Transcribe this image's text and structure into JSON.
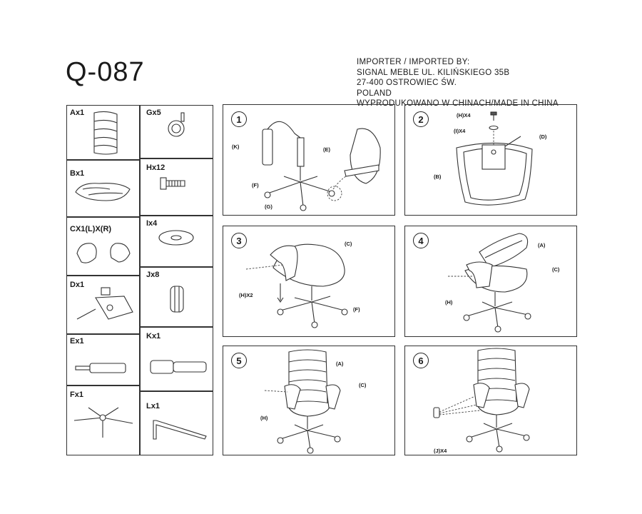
{
  "title": "Q-087",
  "importer": {
    "lines": [
      "IMPORTER / IMPORTED BY:",
      "SIGNAL MEBLE  UL. KILIŃSKIEGO 35B",
      "27-400 OSTROWIEC ŚW.",
      "POLAND",
      "WYPRODUKOWANO W CHINACH/MADE IN CHINA"
    ]
  },
  "parts": {
    "a": "Ax1",
    "b": "Bx1",
    "c": "CX1(L)X(R)",
    "d": "Dx1",
    "e": "Ex1",
    "f": "Fx1",
    "g": "Gx5",
    "h": "Hx12",
    "i": "Ix4",
    "j": "Jx8",
    "k": "Kx1",
    "l": "Lx1"
  },
  "steps": {
    "s1": {
      "num": "1",
      "k": "(K)",
      "e": "(E)",
      "f": "(F)",
      "g": "(G)"
    },
    "s2": {
      "num": "2",
      "h": "(H)X4",
      "i": "(I)X4",
      "d": "(D)",
      "b": "(B)"
    },
    "s3": {
      "num": "3",
      "c": "(C)",
      "h": "(H)X2",
      "f": "(F)"
    },
    "s4": {
      "num": "4",
      "a": "(A)",
      "c": "(C)",
      "h": "(H)"
    },
    "s5": {
      "num": "5",
      "a": "(A)",
      "c": "(C)",
      "h": "(H)"
    },
    "s6": {
      "num": "6",
      "j": "(J)X4"
    }
  }
}
